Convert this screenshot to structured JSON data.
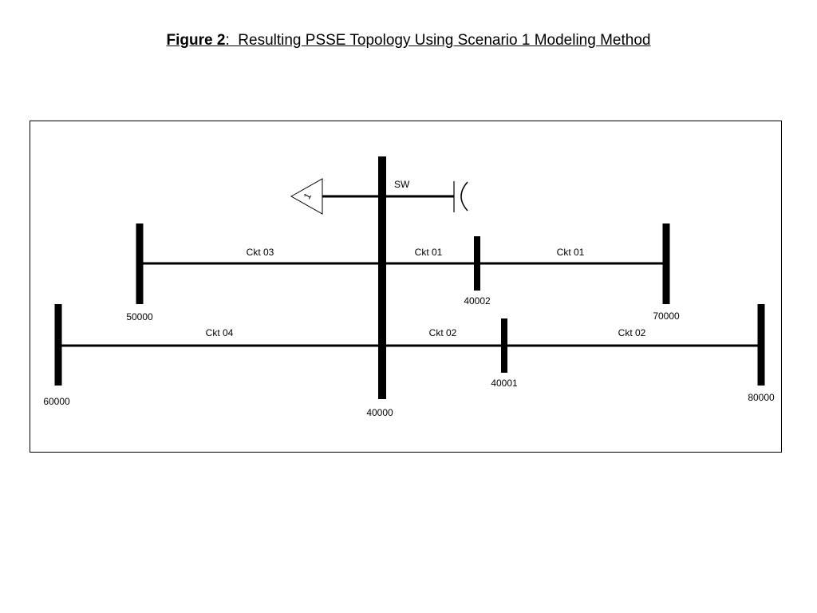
{
  "caption": {
    "figure_number": "Figure 2",
    "separator": ":",
    "title": "Resulting PSSE Topology Using Scenario 1 Modeling Method"
  },
  "diagram": {
    "buses": [
      {
        "id": "40000",
        "label": "40000"
      },
      {
        "id": "50000",
        "label": "50000"
      },
      {
        "id": "40002",
        "label": "40002"
      },
      {
        "id": "70000",
        "label": "70000"
      },
      {
        "id": "60000",
        "label": "60000"
      },
      {
        "id": "40001",
        "label": "40001"
      },
      {
        "id": "80000",
        "label": "80000"
      }
    ],
    "branches": [
      {
        "from": "50000",
        "to": "40000",
        "label": "Ckt 03"
      },
      {
        "from": "40000",
        "to": "40002",
        "label": "Ckt 01"
      },
      {
        "from": "40002",
        "to": "70000",
        "label": "Ckt 01"
      },
      {
        "from": "60000",
        "to": "40000",
        "label": "Ckt 04"
      },
      {
        "from": "40000",
        "to": "40001",
        "label": "Ckt 02"
      },
      {
        "from": "40001",
        "to": "80000",
        "label": "Ckt 02"
      }
    ],
    "load": {
      "bus": "40000",
      "id_label": "1"
    },
    "switched_shunt": {
      "bus": "40000",
      "label": "SW"
    }
  }
}
